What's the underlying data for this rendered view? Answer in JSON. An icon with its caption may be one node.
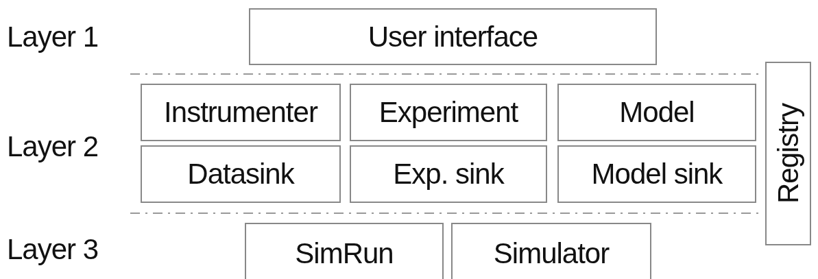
{
  "diagram": {
    "nodes": [
      {
        "text": [
          "User interface"
        ]
      },
      {
        "text": [
          "Instrumenter"
        ]
      },
      {
        "text": [
          "Experiment"
        ]
      },
      {
        "text": [
          "Model"
        ]
      },
      {
        "text": [
          "Datasink"
        ]
      },
      {
        "text": [
          "Exp. sink"
        ]
      },
      {
        "text": [
          "Model sink"
        ]
      },
      {
        "text": [
          "SimRun"
        ]
      },
      {
        "text": [
          "Simulator"
        ]
      },
      {
        "text": [
          "Registry"
        ]
      }
    ],
    "edges": [],
    "labels": [
      "Layer 1",
      "Layer 2",
      "Layer 3"
    ]
  }
}
